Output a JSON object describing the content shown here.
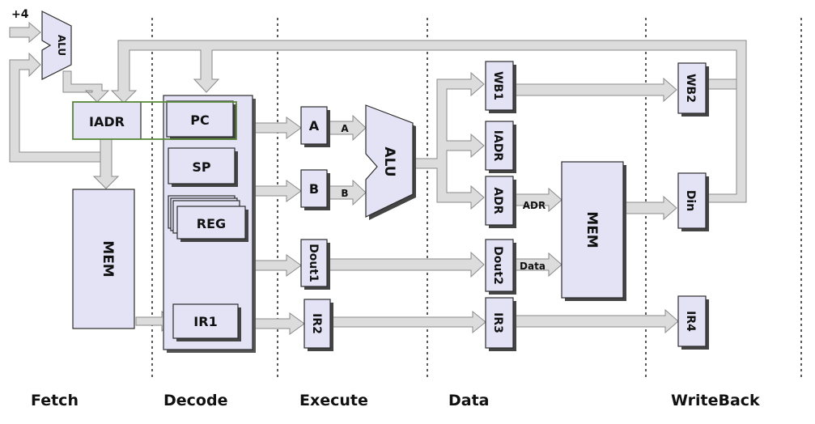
{
  "stages": [
    "Fetch",
    "Decode",
    "Execute",
    "Data",
    "WriteBack"
  ],
  "fetch": {
    "plus4": "+4",
    "alu": "ALU",
    "iadr": "IADR",
    "mem": "MEM"
  },
  "decode": {
    "pc": "PC",
    "sp": "SP",
    "reg": "REG",
    "ir1": "IR1"
  },
  "execute": {
    "a": "A",
    "b": "B",
    "dout1": "Dout1",
    "ir2": "IR2",
    "bus_a": "A",
    "bus_b": "B",
    "alu": "ALU"
  },
  "data_stage": {
    "wb1": "WB1",
    "iadr": "IADR",
    "adr": "ADR",
    "dout2": "Dout2",
    "ir3": "IR3",
    "mem": "MEM",
    "bus_adr": "ADR",
    "bus_data": "Data"
  },
  "writeback": {
    "wb2": "WB2",
    "din": "Din",
    "ir4": "IR4"
  },
  "colors": {
    "register_fill": "#e4e3f6",
    "arrow_fill": "#dcdcdc",
    "arrow_stroke": "#8a8a8a",
    "highlight": "#5b8a3a"
  }
}
